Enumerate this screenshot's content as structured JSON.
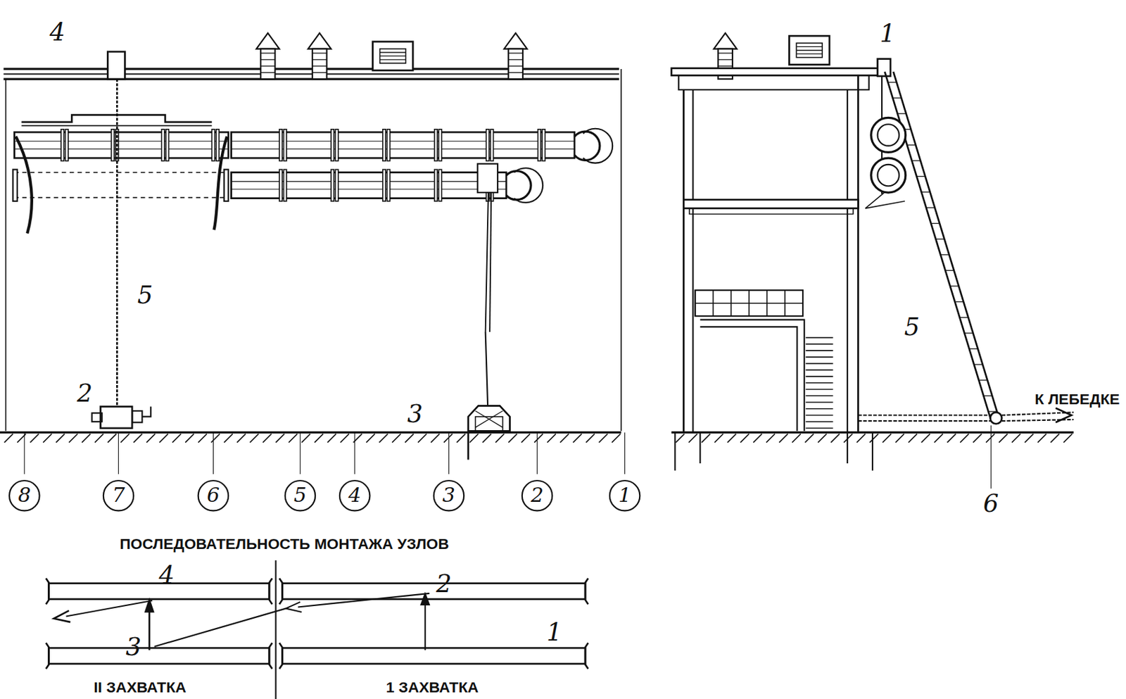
{
  "diagram": {
    "nodes": [
      {
        "text": [
          "8"
        ]
      },
      {
        "text": [
          "7"
        ]
      },
      {
        "text": [
          "6"
        ]
      },
      {
        "text": [
          "5"
        ]
      },
      {
        "text": [
          "4"
        ]
      },
      {
        "text": [
          "3"
        ]
      },
      {
        "text": [
          "2"
        ]
      },
      {
        "text": [
          "1"
        ]
      }
    ],
    "labels": [
      "4",
      "5",
      "2",
      "3",
      "1",
      "5",
      "6",
      "К ЛЕБЕДКЕ",
      "ПОСЛЕДОВАТЕЛЬНОСТЬ МОНТАЖА УЗЛОВ",
      "4",
      "2",
      "3",
      "1",
      "II ЗАХВАТКА",
      "1 ЗАХВАТКА"
    ]
  }
}
